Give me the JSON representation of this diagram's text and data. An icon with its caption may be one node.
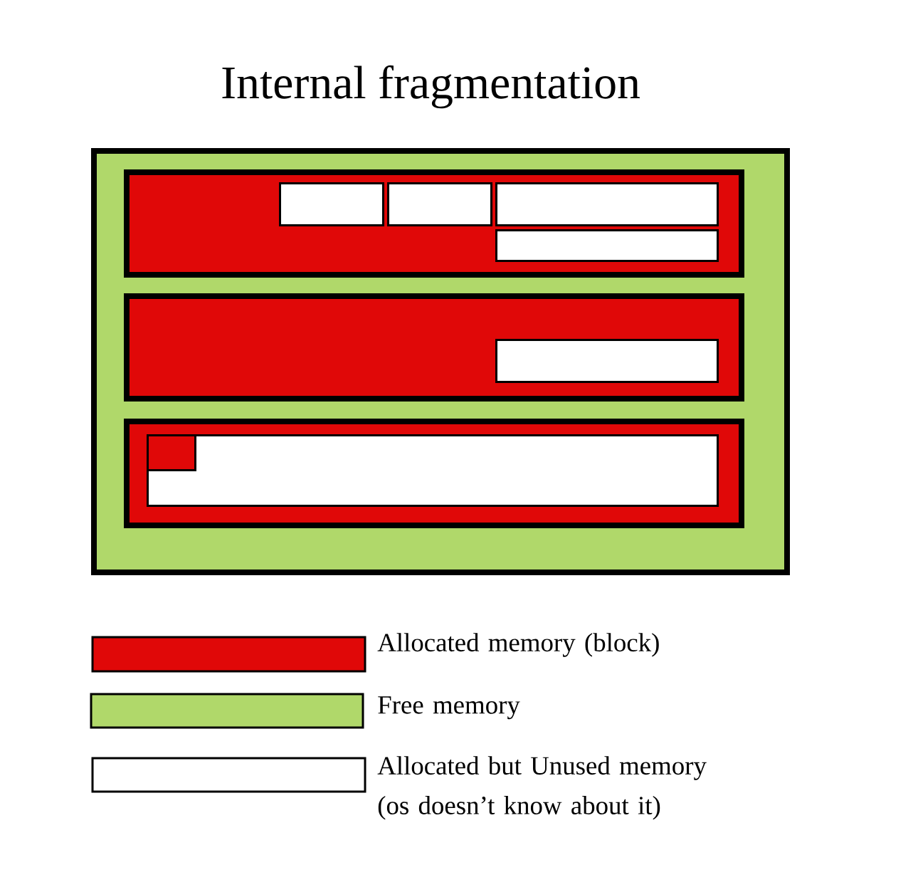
{
  "diagram": {
    "title": "Internal fragmentation",
    "nodes": [
      {
        "text": [],
        "shape": "box"
      },
      {
        "text": [],
        "shape": "box",
        "in": 0
      },
      {
        "text": [],
        "shape": "box",
        "in": 1
      },
      {
        "text": [],
        "shape": "box",
        "in": 1
      },
      {
        "text": [],
        "shape": "box",
        "in": 1
      },
      {
        "text": [],
        "shape": "box",
        "in": 1
      },
      {
        "text": [],
        "shape": "box",
        "in": 0
      },
      {
        "text": [],
        "shape": "box",
        "in": 6
      },
      {
        "text": [],
        "shape": "box",
        "in": 0
      },
      {
        "text": [],
        "shape": "box",
        "in": 8
      },
      {
        "text": [],
        "shape": "box",
        "in": 9
      }
    ],
    "legend": [
      {
        "text": "Allocated memory (block)",
        "color": "#e00808"
      },
      {
        "text": "Free memory",
        "color": "#b0d86a"
      },
      {
        "text": "Allocated but Unused memory (os doesn’t know about it)"
      }
    ]
  }
}
